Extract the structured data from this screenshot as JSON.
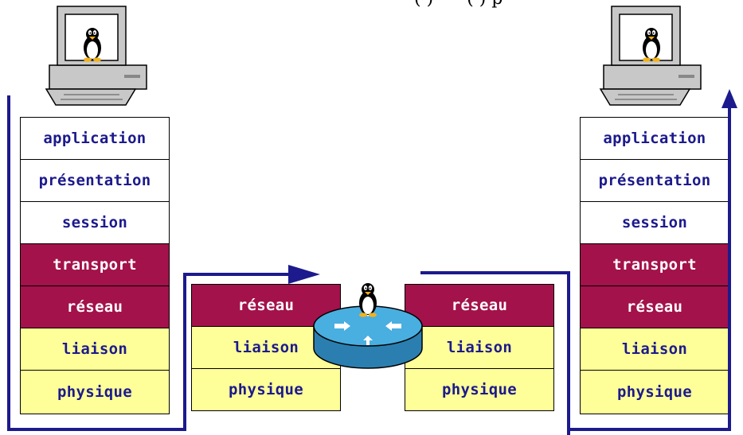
{
  "caption": "(·) ·····(·) p",
  "left_stack": [
    "application",
    "présentation",
    "session",
    "transport",
    "réseau",
    "liaison",
    "physique"
  ],
  "right_stack": [
    "application",
    "présentation",
    "session",
    "transport",
    "réseau",
    "liaison",
    "physique"
  ],
  "router_left_stack": [
    "réseau",
    "liaison",
    "physique"
  ],
  "router_right_stack": [
    "réseau",
    "liaison",
    "physique"
  ],
  "colors": {
    "upper_layer_bg": "#ffffff",
    "transport_network_bg": "#a3124a",
    "link_physical_bg": "#ffff99",
    "label_dark": "#1c1a8c",
    "label_light": "#ffffff",
    "path_line": "#1c1a8c",
    "router_blue": "#3a9fd0"
  },
  "icons": [
    "computer-icon",
    "tux-penguin-icon",
    "router-icon",
    "arrow-icon"
  ]
}
